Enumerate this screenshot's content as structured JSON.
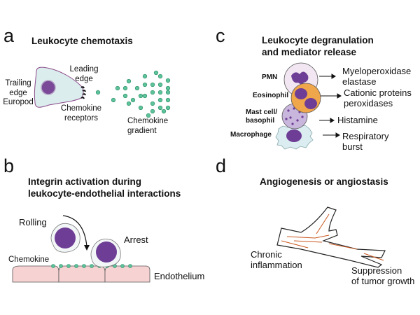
{
  "panels": {
    "a": {
      "letter": "a",
      "title": "Leukocyte chemotaxis",
      "labels": {
        "trailing": "Trailing\nedge\nEuropod",
        "leading": "Leading\nedge",
        "receptors": "Chemokine\nreceptors",
        "gradient": "Chemokine\ngradient"
      },
      "colors": {
        "cell_fill": "#dcedee",
        "cell_border": "#8a4a8a",
        "nucleus": "#7a4a98",
        "chemokine": "#5cc39a"
      }
    },
    "b": {
      "letter": "b",
      "title": "Integrin activation during\nleukocyte-endothelial interactions",
      "labels": {
        "rolling": "Rolling",
        "arrest": "Arrest",
        "chemokine": "Chemokine",
        "endothelium": "Endothelium"
      },
      "colors": {
        "endothelium": "#f6d2d2",
        "nucleus": "#6e3d96",
        "chemokine": "#5cc39a"
      }
    },
    "c": {
      "letter": "c",
      "title": "Leukocyte degranulation\nand mediator release",
      "cells": [
        {
          "name": "PMN",
          "mediator": "Myeloperoxidase\nelastase"
        },
        {
          "name": "Eosinophil",
          "mediator": "Cationic proteins\nperoxidases"
        },
        {
          "name": "Mast cell/\nbasophil",
          "mediator": "Histamine"
        },
        {
          "name": "Macrophage",
          "mediator": "Respiratory\nburst"
        }
      ],
      "colors": {
        "eosinophil": "#f0a64a",
        "nucleus": "#6e3d96",
        "pmn_fill": "#f1e6f1",
        "mast_fill": "#c9b6dc",
        "macrophage_fill": "#dcedf2"
      }
    },
    "d": {
      "letter": "d",
      "title": "Angiogenesis or angiostasis",
      "labels": {
        "chronic": "Chronic\ninflammation",
        "suppression": "Suppression\nof tumor growth"
      },
      "colors": {
        "vessel_line": "#c9571e"
      }
    }
  }
}
